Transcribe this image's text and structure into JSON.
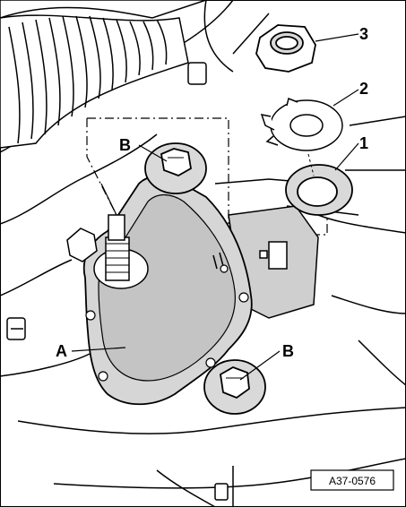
{
  "callouts": {
    "a": "A",
    "b_top": "B",
    "b_bottom": "B",
    "n1": "1",
    "n2": "2",
    "n3": "3"
  },
  "reference_code": "A37-0576",
  "colors": {
    "line": "#000000",
    "shade": "#bdbdbd",
    "body": "#d9d9d9",
    "background": "#ffffff"
  }
}
